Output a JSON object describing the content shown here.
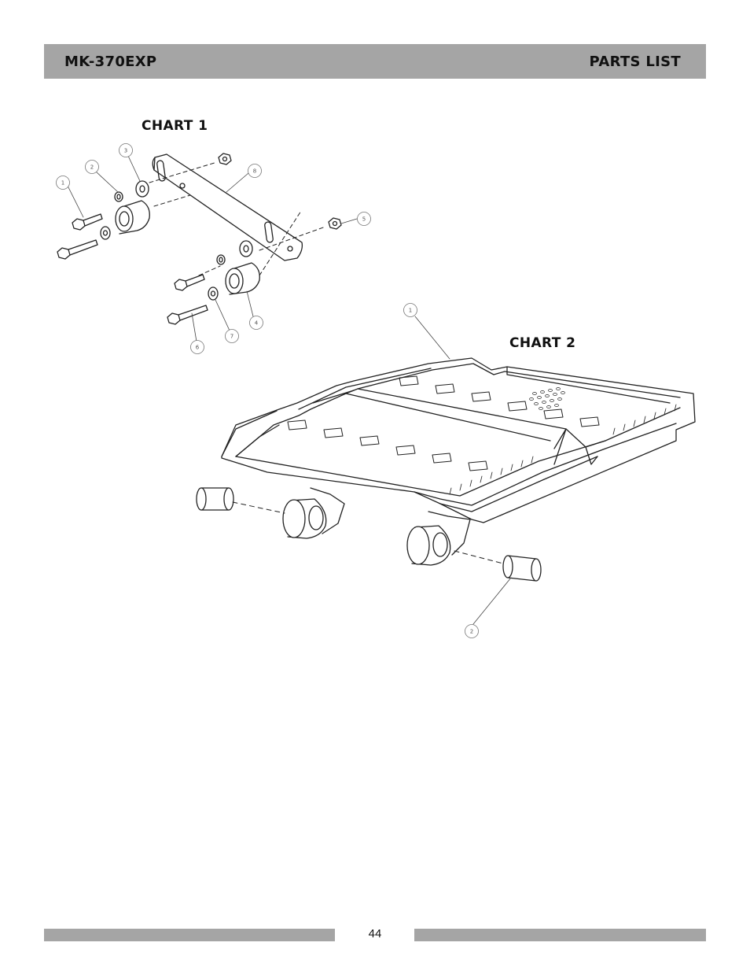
{
  "header": {
    "model": "MK-370EXP",
    "section": "PARTS LIST"
  },
  "charts": {
    "chart1": {
      "label": "CHART 1",
      "balloons": [
        "1",
        "2",
        "3",
        "8",
        "5",
        "4",
        "7",
        "6"
      ]
    },
    "chart2": {
      "label": "CHART 2",
      "balloons": [
        "1",
        "2"
      ]
    }
  },
  "footer": {
    "page_number": "44"
  }
}
